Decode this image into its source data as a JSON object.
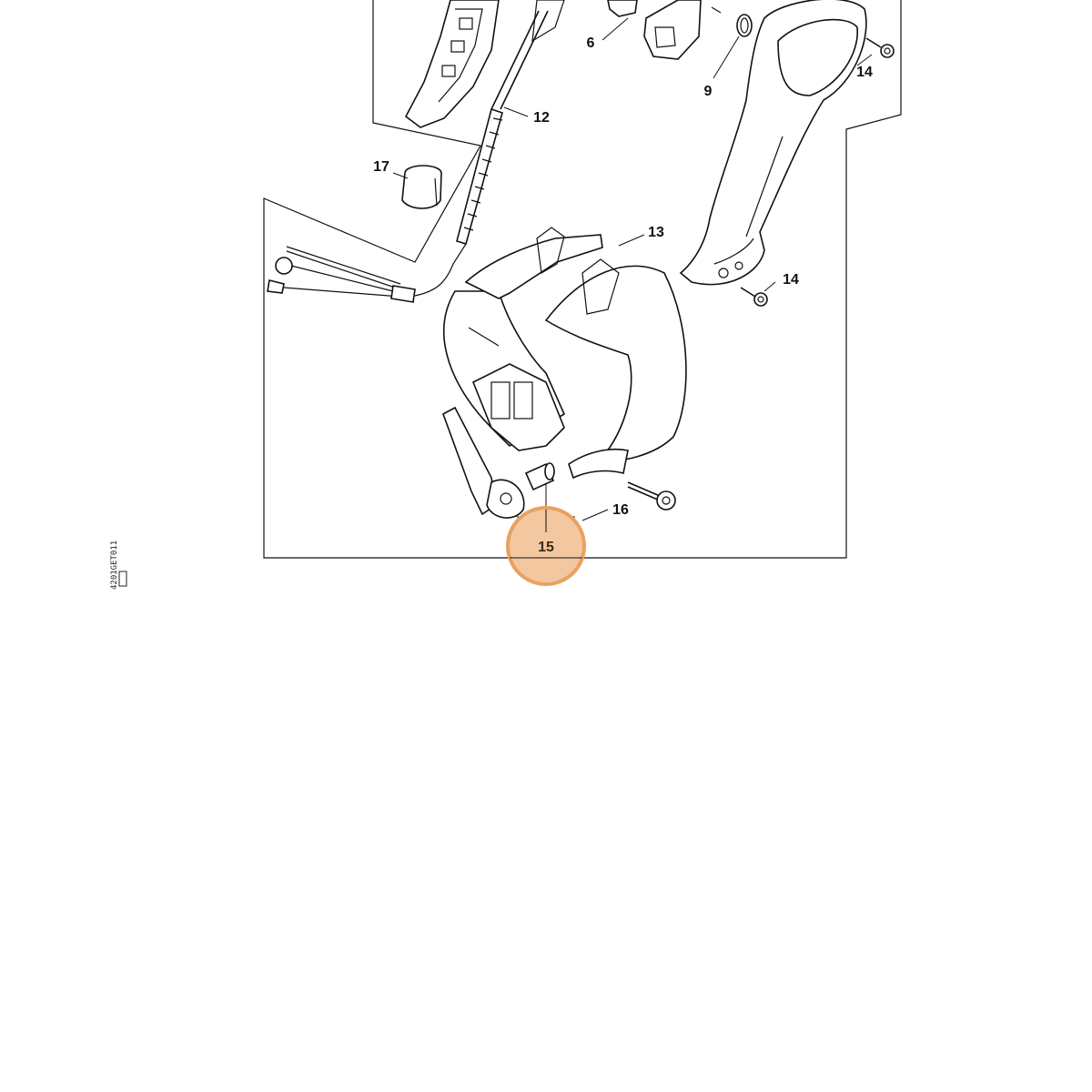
{
  "diagram": {
    "callouts": [
      {
        "id": "6",
        "label": "6"
      },
      {
        "id": "9",
        "label": "9"
      },
      {
        "id": "12",
        "label": "12"
      },
      {
        "id": "13",
        "label": "13"
      },
      {
        "id": "14a",
        "label": "14"
      },
      {
        "id": "14b",
        "label": "14"
      },
      {
        "id": "15",
        "label": "15"
      },
      {
        "id": "16",
        "label": "16"
      },
      {
        "id": "17",
        "label": "17"
      }
    ],
    "highlight": {
      "label": "15",
      "color": "#E8A260"
    },
    "side_code": "4201GET011"
  }
}
